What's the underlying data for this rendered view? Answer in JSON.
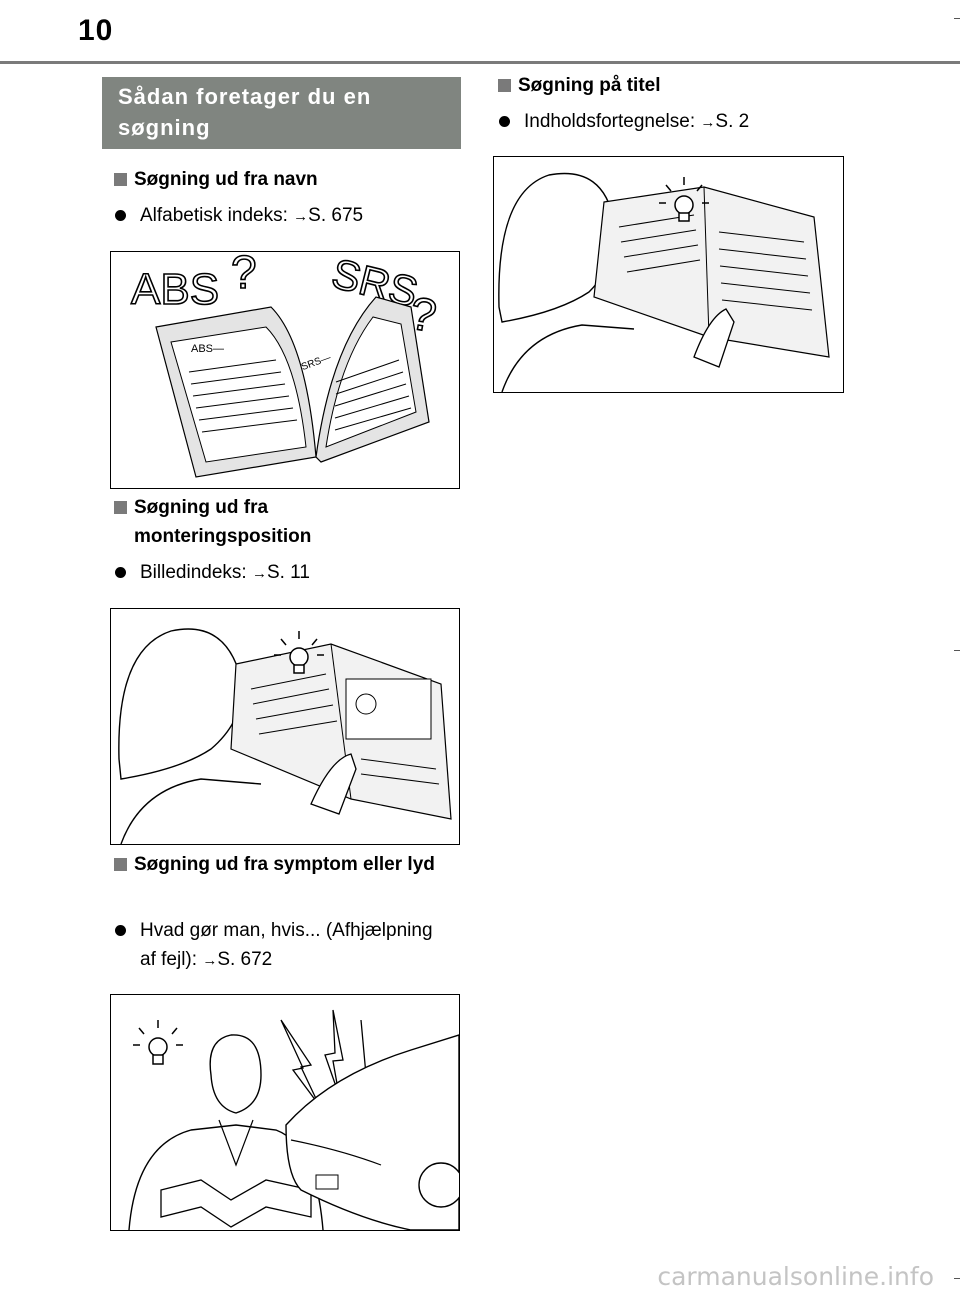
{
  "page": {
    "number": "10"
  },
  "section": {
    "title": "Sådan foretager du en søgning"
  },
  "blocks": [
    {
      "heading": "Søgning ud fra navn",
      "bullet_text": "Alfabetisk indeks: ",
      "bullet_ref": "S. 675",
      "arrow": "→"
    },
    {
      "heading": "Søgning ud fra monteringsposition",
      "bullet_text": "Billedindeks: ",
      "bullet_ref": "S. 11",
      "arrow": "→"
    },
    {
      "heading": "Søgning ud fra symptom eller lyd",
      "bullet_text": "Hvad gør man, hvis... (Afhjælpning af fejl): ",
      "bullet_ref": "S. 672",
      "arrow": "→"
    },
    {
      "heading": "Søgning på titel",
      "bullet_text": "Indholdsfortegnelse: ",
      "bullet_ref": "S. 2",
      "arrow": "→"
    }
  ],
  "illustration_text": {
    "abs": "ABS",
    "srs": "SRS",
    "question": "?",
    "abs_entry": "ABS—",
    "srs_entry": "SRS—"
  },
  "icons": {
    "section_marker": "square-bullet-icon",
    "list_marker": "round-bullet-icon",
    "reference": "arrow-right-icon"
  },
  "footer": {
    "watermark": "carmanualsonline.info"
  }
}
